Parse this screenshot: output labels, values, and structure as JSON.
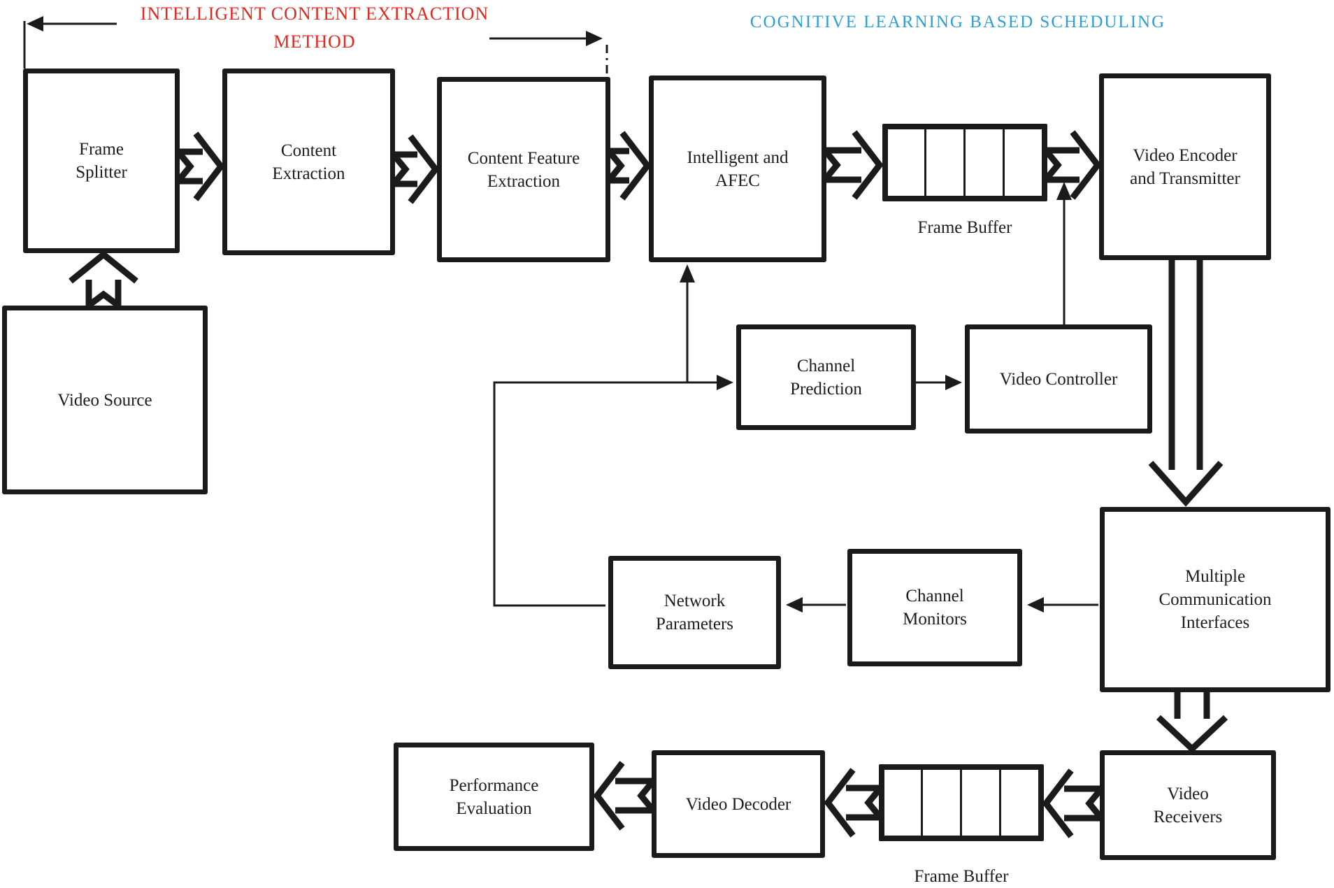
{
  "diagram": {
    "headers": {
      "intelligent_content_extraction": {
        "label": "INTELLIGENT CONTENT EXTRACTION\nMETHOD",
        "color": "#e3271e"
      },
      "cognitive_learning": {
        "label": "COGNITIVE LEARNING BASED SCHEDULING",
        "color": "#2e9fd4"
      }
    },
    "nodes": {
      "frame_splitter": {
        "label": "Frame\nSplitter"
      },
      "content_extraction": {
        "label": "Content\nExtraction"
      },
      "content_feature_extraction": {
        "label": "Content Feature\nExtraction"
      },
      "intelligent_afec": {
        "label": "Intelligent and\nAFEC"
      },
      "video_encoder": {
        "label": "Video Encoder\nand Transmitter"
      },
      "video_source": {
        "label": "Video Source"
      },
      "channel_prediction": {
        "label": "Channel\nPrediction"
      },
      "video_controller": {
        "label": "Video Controller"
      },
      "multiple_communication_interfaces": {
        "label": "Multiple\nCommunication\nInterfaces"
      },
      "network_parameters": {
        "label": "Network\nParameters"
      },
      "channel_monitors": {
        "label": "Channel\nMonitors"
      },
      "performance_evaluation": {
        "label": "Performance\nEvaluation"
      },
      "video_decoder": {
        "label": "Video Decoder"
      },
      "video_receivers": {
        "label": "Video\nReceivers"
      }
    },
    "captions": {
      "frame_buffer_top": "Frame Buffer",
      "frame_buffer_bottom": "Frame Buffer"
    },
    "edges": [
      {
        "from": "video_source",
        "to": "frame_splitter"
      },
      {
        "from": "frame_splitter",
        "to": "content_extraction"
      },
      {
        "from": "content_extraction",
        "to": "content_feature_extraction"
      },
      {
        "from": "content_feature_extraction",
        "to": "intelligent_afec"
      },
      {
        "from": "intelligent_afec",
        "to": "frame_buffer_top"
      },
      {
        "from": "frame_buffer_top",
        "to": "video_encoder"
      },
      {
        "from": "video_encoder",
        "to": "multiple_communication_interfaces"
      },
      {
        "from": "multiple_communication_interfaces",
        "to": "channel_monitors"
      },
      {
        "from": "channel_monitors",
        "to": "network_parameters"
      },
      {
        "from": "network_parameters",
        "to": "channel_prediction"
      },
      {
        "from": "network_parameters",
        "to": "intelligent_afec"
      },
      {
        "from": "channel_prediction",
        "to": "video_controller"
      },
      {
        "from": "video_controller",
        "to": "frame_buffer_top"
      },
      {
        "from": "multiple_communication_interfaces",
        "to": "video_receivers"
      },
      {
        "from": "video_receivers",
        "to": "frame_buffer_bottom"
      },
      {
        "from": "frame_buffer_bottom",
        "to": "video_decoder"
      },
      {
        "from": "video_decoder",
        "to": "performance_evaluation"
      }
    ],
    "line_color": "#1b1b1b"
  }
}
